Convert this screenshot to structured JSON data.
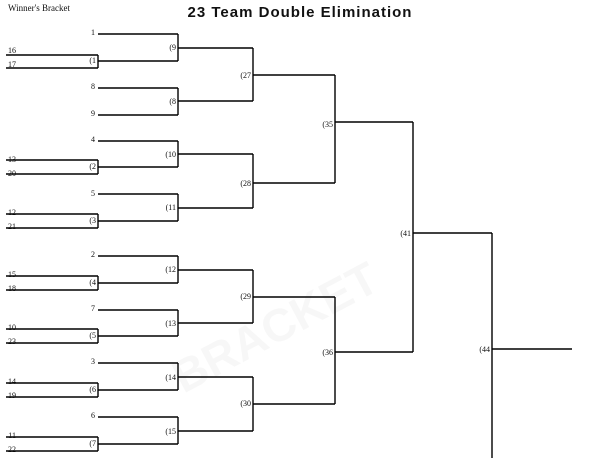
{
  "title": "23 Team Double Elimination",
  "subtitle": "Winner's Bracket",
  "round1_games": [
    {
      "game": "(1",
      "top": "16",
      "bottom": "17"
    },
    {
      "game": "(2",
      "top": "13",
      "bottom": "20"
    },
    {
      "game": "(3",
      "top": "12",
      "bottom": "21"
    },
    {
      "game": "(4",
      "top": "15",
      "bottom": "18"
    },
    {
      "game": "(5",
      "top": "10",
      "bottom": "23"
    },
    {
      "game": "(6",
      "top": "14",
      "bottom": "19"
    },
    {
      "game": "(7",
      "top": "11",
      "bottom": "22"
    }
  ],
  "round2_games": [
    {
      "game": "(9",
      "bye_seed": "1",
      "feeder": "(1"
    },
    {
      "game": "(8",
      "bye_seed": "8",
      "bye_seed_bottom": "9"
    },
    {
      "game": "(10",
      "bye_seed": "4",
      "feeder": "(2"
    },
    {
      "game": "(11",
      "bye_seed": "5",
      "feeder": "(3"
    },
    {
      "game": "(12",
      "bye_seed": "2",
      "feeder": "(4"
    },
    {
      "game": "(13",
      "bye_seed": "7",
      "feeder": "(5"
    },
    {
      "game": "(14",
      "bye_seed": "3",
      "feeder": "(6"
    },
    {
      "game": "(15",
      "bye_seed": "6",
      "feeder": "(7"
    }
  ],
  "round3_games": [
    "(27",
    "(28",
    "(29",
    "(30"
  ],
  "round4_games": [
    "(35",
    "(36"
  ],
  "round5_games": [
    "(41"
  ],
  "final_game": "(44"
}
